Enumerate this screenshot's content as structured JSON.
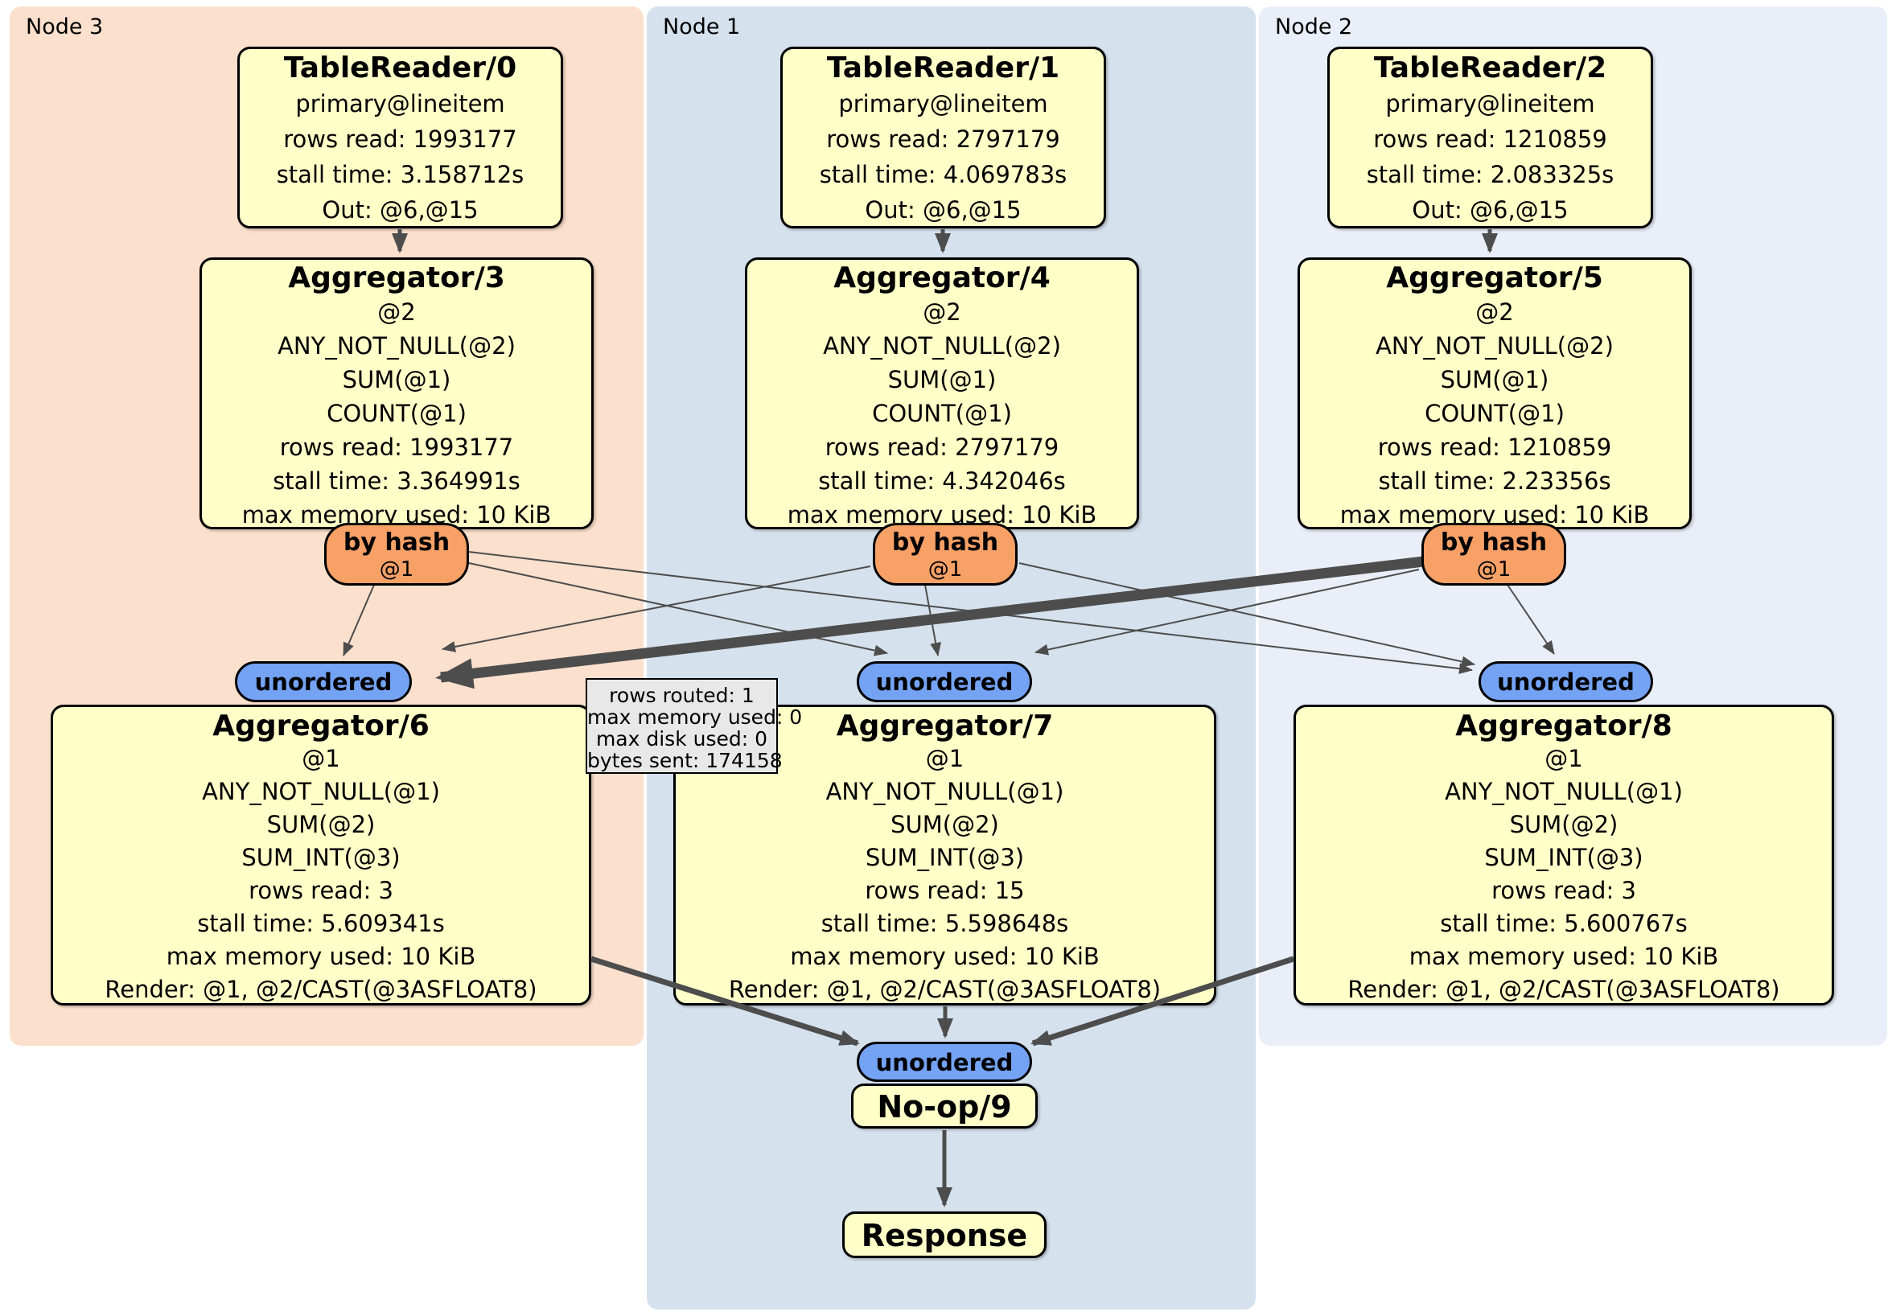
{
  "regions": {
    "node3": {
      "label": "Node 3"
    },
    "node1": {
      "label": "Node 1"
    },
    "node2": {
      "label": "Node 2"
    }
  },
  "router": {
    "label": "by hash",
    "sub": "@1"
  },
  "sync": {
    "label": "unordered"
  },
  "processors": {
    "tr0": {
      "title": "TableReader/0",
      "lines": [
        "primary@lineitem",
        "rows read: 1993177",
        "stall time: 3.158712s",
        "Out: @6,@15"
      ]
    },
    "tr1": {
      "title": "TableReader/1",
      "lines": [
        "primary@lineitem",
        "rows read: 2797179",
        "stall time: 4.069783s",
        "Out: @6,@15"
      ]
    },
    "tr2": {
      "title": "TableReader/2",
      "lines": [
        "primary@lineitem",
        "rows read: 1210859",
        "stall time: 2.083325s",
        "Out: @6,@15"
      ]
    },
    "agg3": {
      "title": "Aggregator/3",
      "lines": [
        "@2",
        "ANY_NOT_NULL(@2)",
        "SUM(@1)",
        "COUNT(@1)",
        "rows read: 1993177",
        "stall time: 3.364991s",
        "max memory used: 10 KiB"
      ]
    },
    "agg4": {
      "title": "Aggregator/4",
      "lines": [
        "@2",
        "ANY_NOT_NULL(@2)",
        "SUM(@1)",
        "COUNT(@1)",
        "rows read: 2797179",
        "stall time: 4.342046s",
        "max memory used: 10 KiB"
      ]
    },
    "agg5": {
      "title": "Aggregator/5",
      "lines": [
        "@2",
        "ANY_NOT_NULL(@2)",
        "SUM(@1)",
        "COUNT(@1)",
        "rows read: 1210859",
        "stall time: 2.23356s",
        "max memory used: 10 KiB"
      ]
    },
    "agg6": {
      "title": "Aggregator/6",
      "lines": [
        "@1",
        "ANY_NOT_NULL(@1)",
        "SUM(@2)",
        "SUM_INT(@3)",
        "rows read: 3",
        "stall time: 5.609341s",
        "max memory used: 10 KiB",
        "Render: @1, @2/CAST(@3ASFLOAT8)"
      ]
    },
    "agg7": {
      "title": "Aggregator/7",
      "lines": [
        "@1",
        "ANY_NOT_NULL(@1)",
        "SUM(@2)",
        "SUM_INT(@3)",
        "rows read: 15",
        "stall time: 5.598648s",
        "max memory used: 10 KiB",
        "Render: @1, @2/CAST(@3ASFLOAT8)"
      ]
    },
    "agg8": {
      "title": "Aggregator/8",
      "lines": [
        "@1",
        "ANY_NOT_NULL(@1)",
        "SUM(@2)",
        "SUM_INT(@3)",
        "rows read: 3",
        "stall time: 5.600767s",
        "max memory used: 10 KiB",
        "Render: @1, @2/CAST(@3ASFLOAT8)"
      ]
    },
    "noop": {
      "title": "No-op/9"
    },
    "response": {
      "title": "Response"
    }
  },
  "tooltip": {
    "lines": [
      "rows routed: 1",
      "max memory used: 0",
      "max disk used: 0",
      "bytes sent: 174158"
    ]
  },
  "colors": {
    "node3_bg": "#fbe0cd",
    "node1_bg": "#d5e2ed",
    "node2_bg": "#e9eef8",
    "box_fill": "#ffffc8",
    "box_border": "#000000",
    "router_fill": "#f7a167",
    "sync_fill": "#74a3f4",
    "edge": "#4d4d4d",
    "tooltip_bg": "#e8e8e8"
  }
}
